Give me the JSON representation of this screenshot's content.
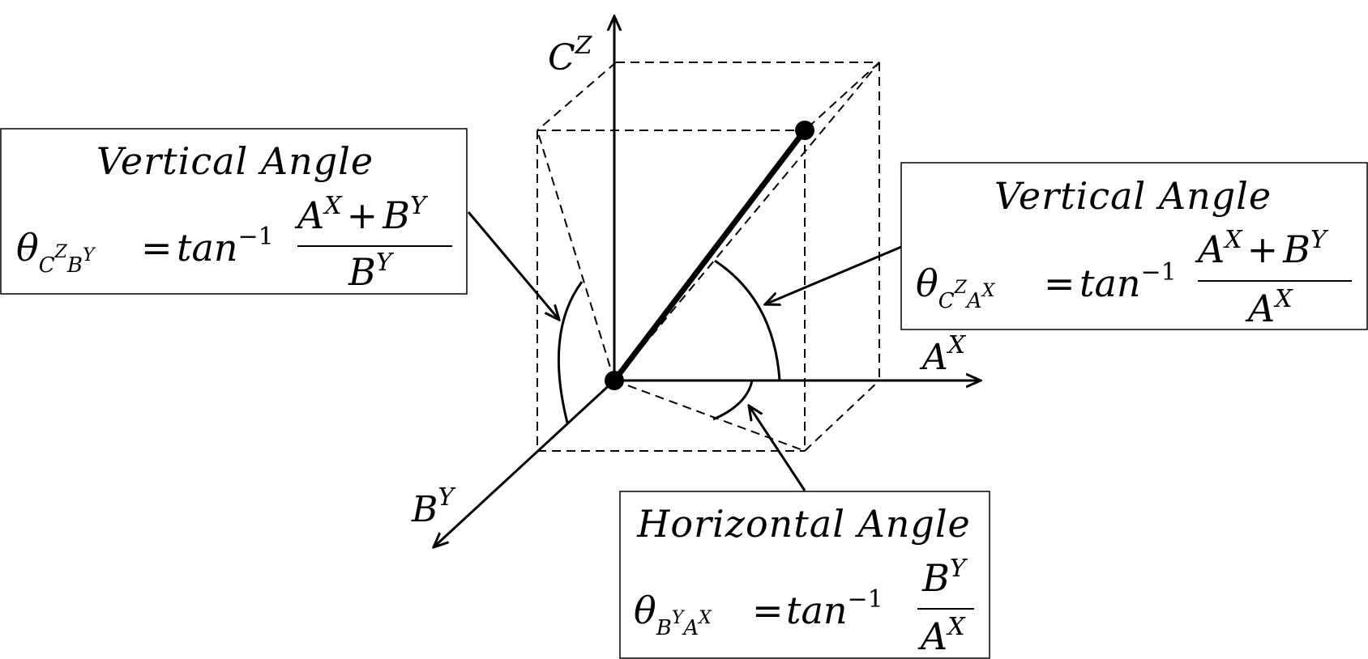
{
  "axes": {
    "z_base": "C",
    "z_sup": "Z",
    "x_base": "A",
    "x_sup": "X",
    "y_base": "B",
    "y_sup": "Y"
  },
  "boxes": {
    "left": {
      "title": "Vertical Angle",
      "theta": "θ",
      "sub_c": "C",
      "sub_z": "Z",
      "sub_b": "B",
      "sub_y": "Y",
      "eq": "=",
      "tan": "tan",
      "inv": "−1",
      "num_a": "A",
      "num_x": "X",
      "num_plus": "+",
      "num_b": "B",
      "num_y": "Y",
      "den_b": "B",
      "den_y": "Y"
    },
    "right": {
      "title": "Vertical Angle",
      "theta": "θ",
      "sub_c": "C",
      "sub_z": "Z",
      "sub_a": "A",
      "sub_x": "X",
      "eq": "=",
      "tan": "tan",
      "inv": "−1",
      "num_a": "A",
      "num_x": "X",
      "num_plus": "+",
      "num_b": "B",
      "num_y": "Y",
      "den_a": "A",
      "den_x": "X"
    },
    "bottom": {
      "title": "Horizontal Angle",
      "theta": "θ",
      "sub_b": "B",
      "sub_y": "Y",
      "sub_a": "A",
      "sub_x": "X",
      "eq": "=",
      "tan": "tan",
      "inv": "−1",
      "num_b": "B",
      "num_y": "Y",
      "den_a": "A",
      "den_x": "X"
    }
  }
}
